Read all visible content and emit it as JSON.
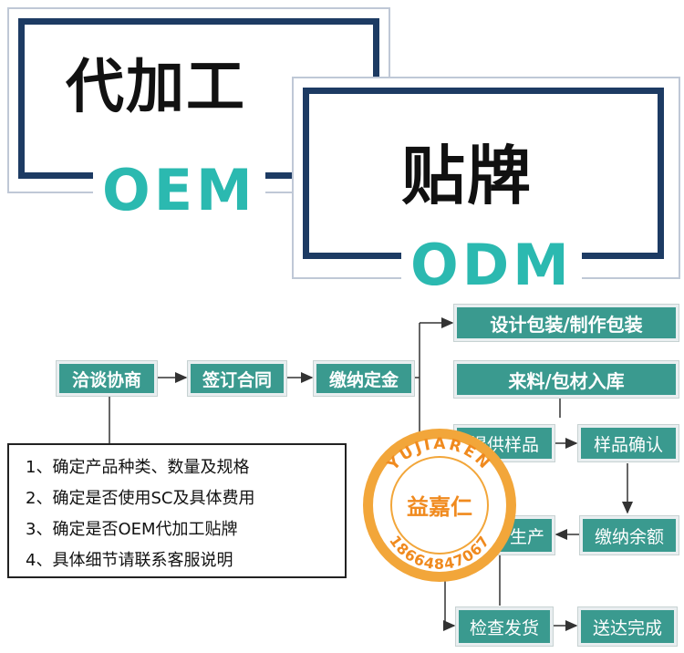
{
  "cards": {
    "oem": {
      "cn": "代加工",
      "en": "OEM"
    },
    "odm": {
      "cn": "贴牌",
      "en": "ODM"
    }
  },
  "flow": {
    "negotiate": "洽谈协商",
    "contract": "签订合同",
    "deposit": "缴纳定金",
    "design": "设计包装/制作包装",
    "materials": "来料/包材入库",
    "provide_sample": "提供样品",
    "confirm_sample": "样品确认",
    "pay_balance": "缴纳余额",
    "production": "生产",
    "inspect_ship": "检查发货",
    "delivered": "送达完成"
  },
  "notes": [
    "1、确定产品种类、数量及规格",
    "2、确定是否使用SC及具体费用",
    "3、确定是否OEM代加工贴牌",
    "4、具体细节请联系客服说明"
  ],
  "seal": {
    "top_text": "YUJIAREN",
    "name": "益嘉仁",
    "phone": "18664847067"
  },
  "colors": {
    "teal_box": "#3a9a8f",
    "teal_text": "#2bb9b0",
    "navy_frame": "#1d3b63",
    "seal_orange": "#f2a63a"
  }
}
